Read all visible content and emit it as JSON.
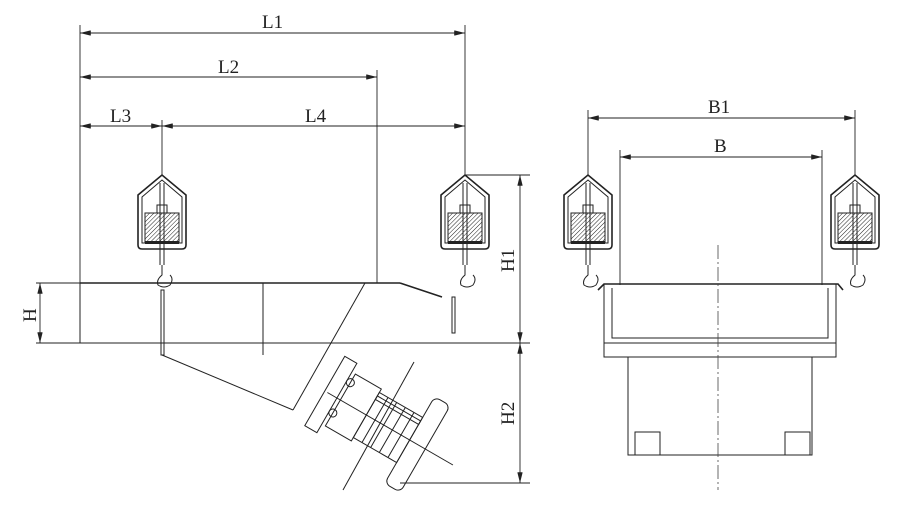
{
  "title": "Electromagnetic vibrating feeder – dimension drawing",
  "dimensions": {
    "L1": "L1",
    "L2": "L2",
    "L3": "L3",
    "L4": "L4",
    "H": "H",
    "H1": "H1",
    "H2": "H2",
    "B1": "B1",
    "B": "B"
  },
  "colors": {
    "line": "#222222",
    "background": "#ffffff"
  }
}
